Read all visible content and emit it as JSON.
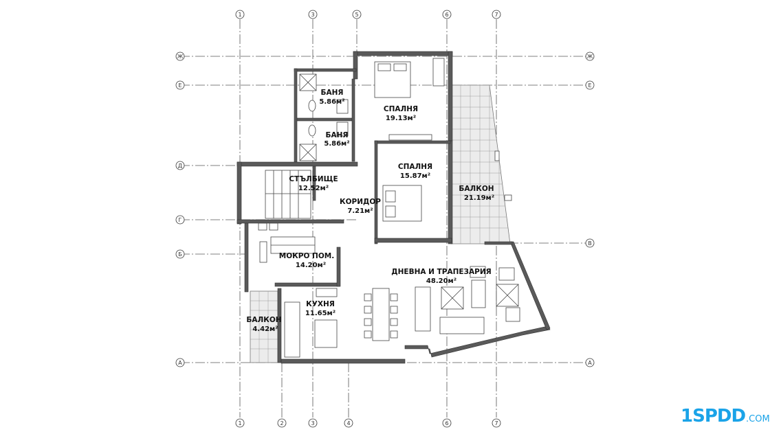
{
  "axes": {
    "vertical": [
      "1",
      "2",
      "3",
      "4",
      "5",
      "6",
      "7"
    ],
    "horizontal": [
      "Ж",
      "Е",
      "Д",
      "Г",
      "В",
      "Б",
      "А"
    ]
  },
  "rooms": [
    {
      "name": "БАНЯ",
      "area": "5.86м²"
    },
    {
      "name": "БАНЯ",
      "area": "5.86м²"
    },
    {
      "name": "СПАЛНЯ",
      "area": "19.13м²"
    },
    {
      "name": "СПАЛНЯ",
      "area": "15.87м²"
    },
    {
      "name": "СТЪЛБИЩЕ",
      "area": "12.52м²"
    },
    {
      "name": "КОРИДОР",
      "area": "7.21м²"
    },
    {
      "name": "БАЛКОН",
      "area": "21.19м²"
    },
    {
      "name": "МОКРО ПОМ.",
      "area": "14.20м²"
    },
    {
      "name": "ДНЕВНА И ТРАПЕЗАРИЯ",
      "area": "48.20м²"
    },
    {
      "name": "КУХНЯ",
      "area": "11.65м²"
    },
    {
      "name": "БАЛКОН",
      "area": "4.42м²"
    }
  ],
  "logo": {
    "main": "1SPDD",
    "suffix": ".COM"
  }
}
